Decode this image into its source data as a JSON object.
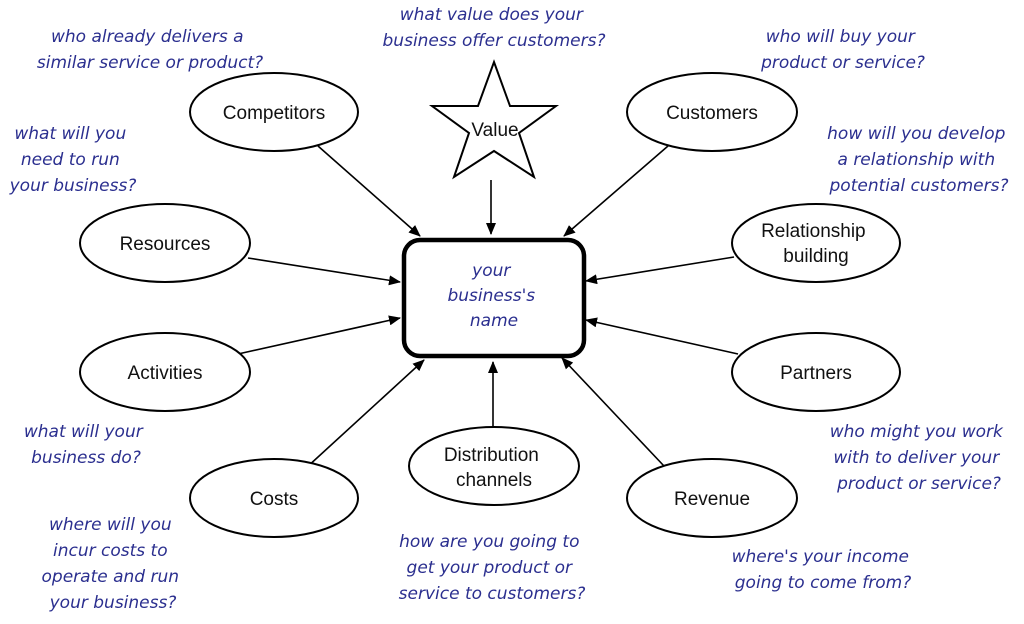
{
  "center": {
    "lines": [
      "your",
      "business's",
      "name"
    ]
  },
  "nodes": {
    "competitors": {
      "lines": [
        "Competitors"
      ]
    },
    "value": {
      "lines": [
        "Value"
      ]
    },
    "customers": {
      "lines": [
        "Customers"
      ]
    },
    "resources": {
      "lines": [
        "Resources"
      ]
    },
    "relationship": {
      "lines": [
        "Relationship",
        "building"
      ]
    },
    "activities": {
      "lines": [
        "Activities"
      ]
    },
    "partners": {
      "lines": [
        "Partners"
      ]
    },
    "costs": {
      "lines": [
        "Costs"
      ]
    },
    "distribution": {
      "lines": [
        "Distribution",
        "channels"
      ]
    },
    "revenue": {
      "lines": [
        "Revenue"
      ]
    }
  },
  "hints": {
    "competitors": [
      "who already delivers a",
      "similar service or product?"
    ],
    "value": [
      "what value does your",
      "business offer customers?"
    ],
    "customers": [
      "who will buy your",
      "product or service?"
    ],
    "resources": [
      "what will you",
      "need to run",
      "your business?"
    ],
    "relationship": [
      "how will you develop",
      "a relationship with",
      "potential customers?"
    ],
    "activities": [
      "what will your",
      "business do?"
    ],
    "partners": [
      "who might you work",
      "with to deliver your",
      "product or service?"
    ],
    "costs": [
      "where will you",
      "incur costs to",
      "operate and run",
      "your business?"
    ],
    "distribution": [
      "how are you going to",
      "get your product or",
      "service to customers?"
    ],
    "revenue": [
      "where's your income",
      "going to come from?"
    ]
  }
}
